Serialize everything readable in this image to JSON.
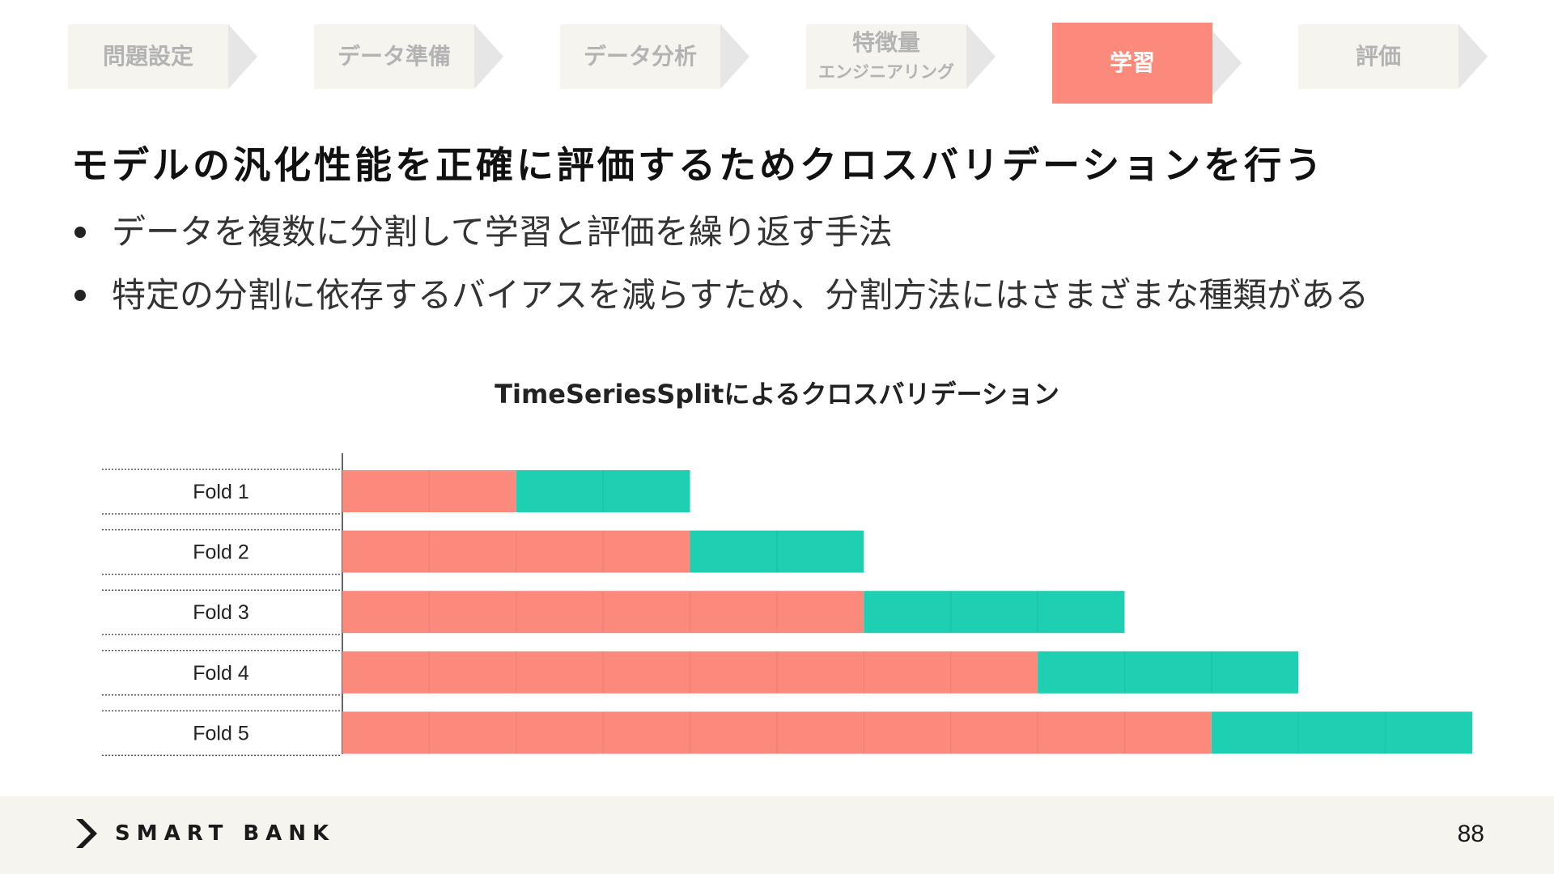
{
  "steps": [
    {
      "label": "問題設定",
      "sublabel": "",
      "active": false
    },
    {
      "label": "データ準備",
      "sublabel": "",
      "active": false
    },
    {
      "label": "データ分析",
      "sublabel": "",
      "active": false
    },
    {
      "label": "特徴量",
      "sublabel": "エンジニアリング",
      "active": false
    },
    {
      "label": "学習",
      "sublabel": "",
      "active": true
    },
    {
      "label": "評価",
      "sublabel": "",
      "active": false
    }
  ],
  "heading": "モデルの汎化性能を正確に評価するためクロスバリデーションを行う",
  "bullets": [
    "データを複数に分割して学習と評価を繰り返す手法",
    "特定の分割に依存するバイアスを減らすため、分割方法にはさまざまな種類がある"
  ],
  "chart_data": {
    "type": "bar",
    "title": "TimeSeriesSplitによるクロスバリデーション",
    "categories": [
      "Fold 1",
      "Fold 2",
      "Fold 3",
      "Fold 4",
      "Fold 5"
    ],
    "series": [
      {
        "name": "",
        "values": [
          2,
          4,
          6,
          8,
          10
        ]
      },
      {
        "name": "",
        "values": [
          2,
          2,
          3,
          3,
          3
        ]
      }
    ],
    "series_colors": [
      "#fc8a7c",
      "#1ecfb1"
    ],
    "xlim": [
      0,
      13
    ],
    "orientation": "horizontal",
    "stacked": true,
    "legend": "none",
    "grid": false
  },
  "footer": {
    "brand": "SMART BANK",
    "page": "88"
  },
  "colors": {
    "accent": "#fc8a7c",
    "teal": "#1ecfb1",
    "step_bg": "#f5f4ef",
    "step_text": "#b3b3b3"
  }
}
